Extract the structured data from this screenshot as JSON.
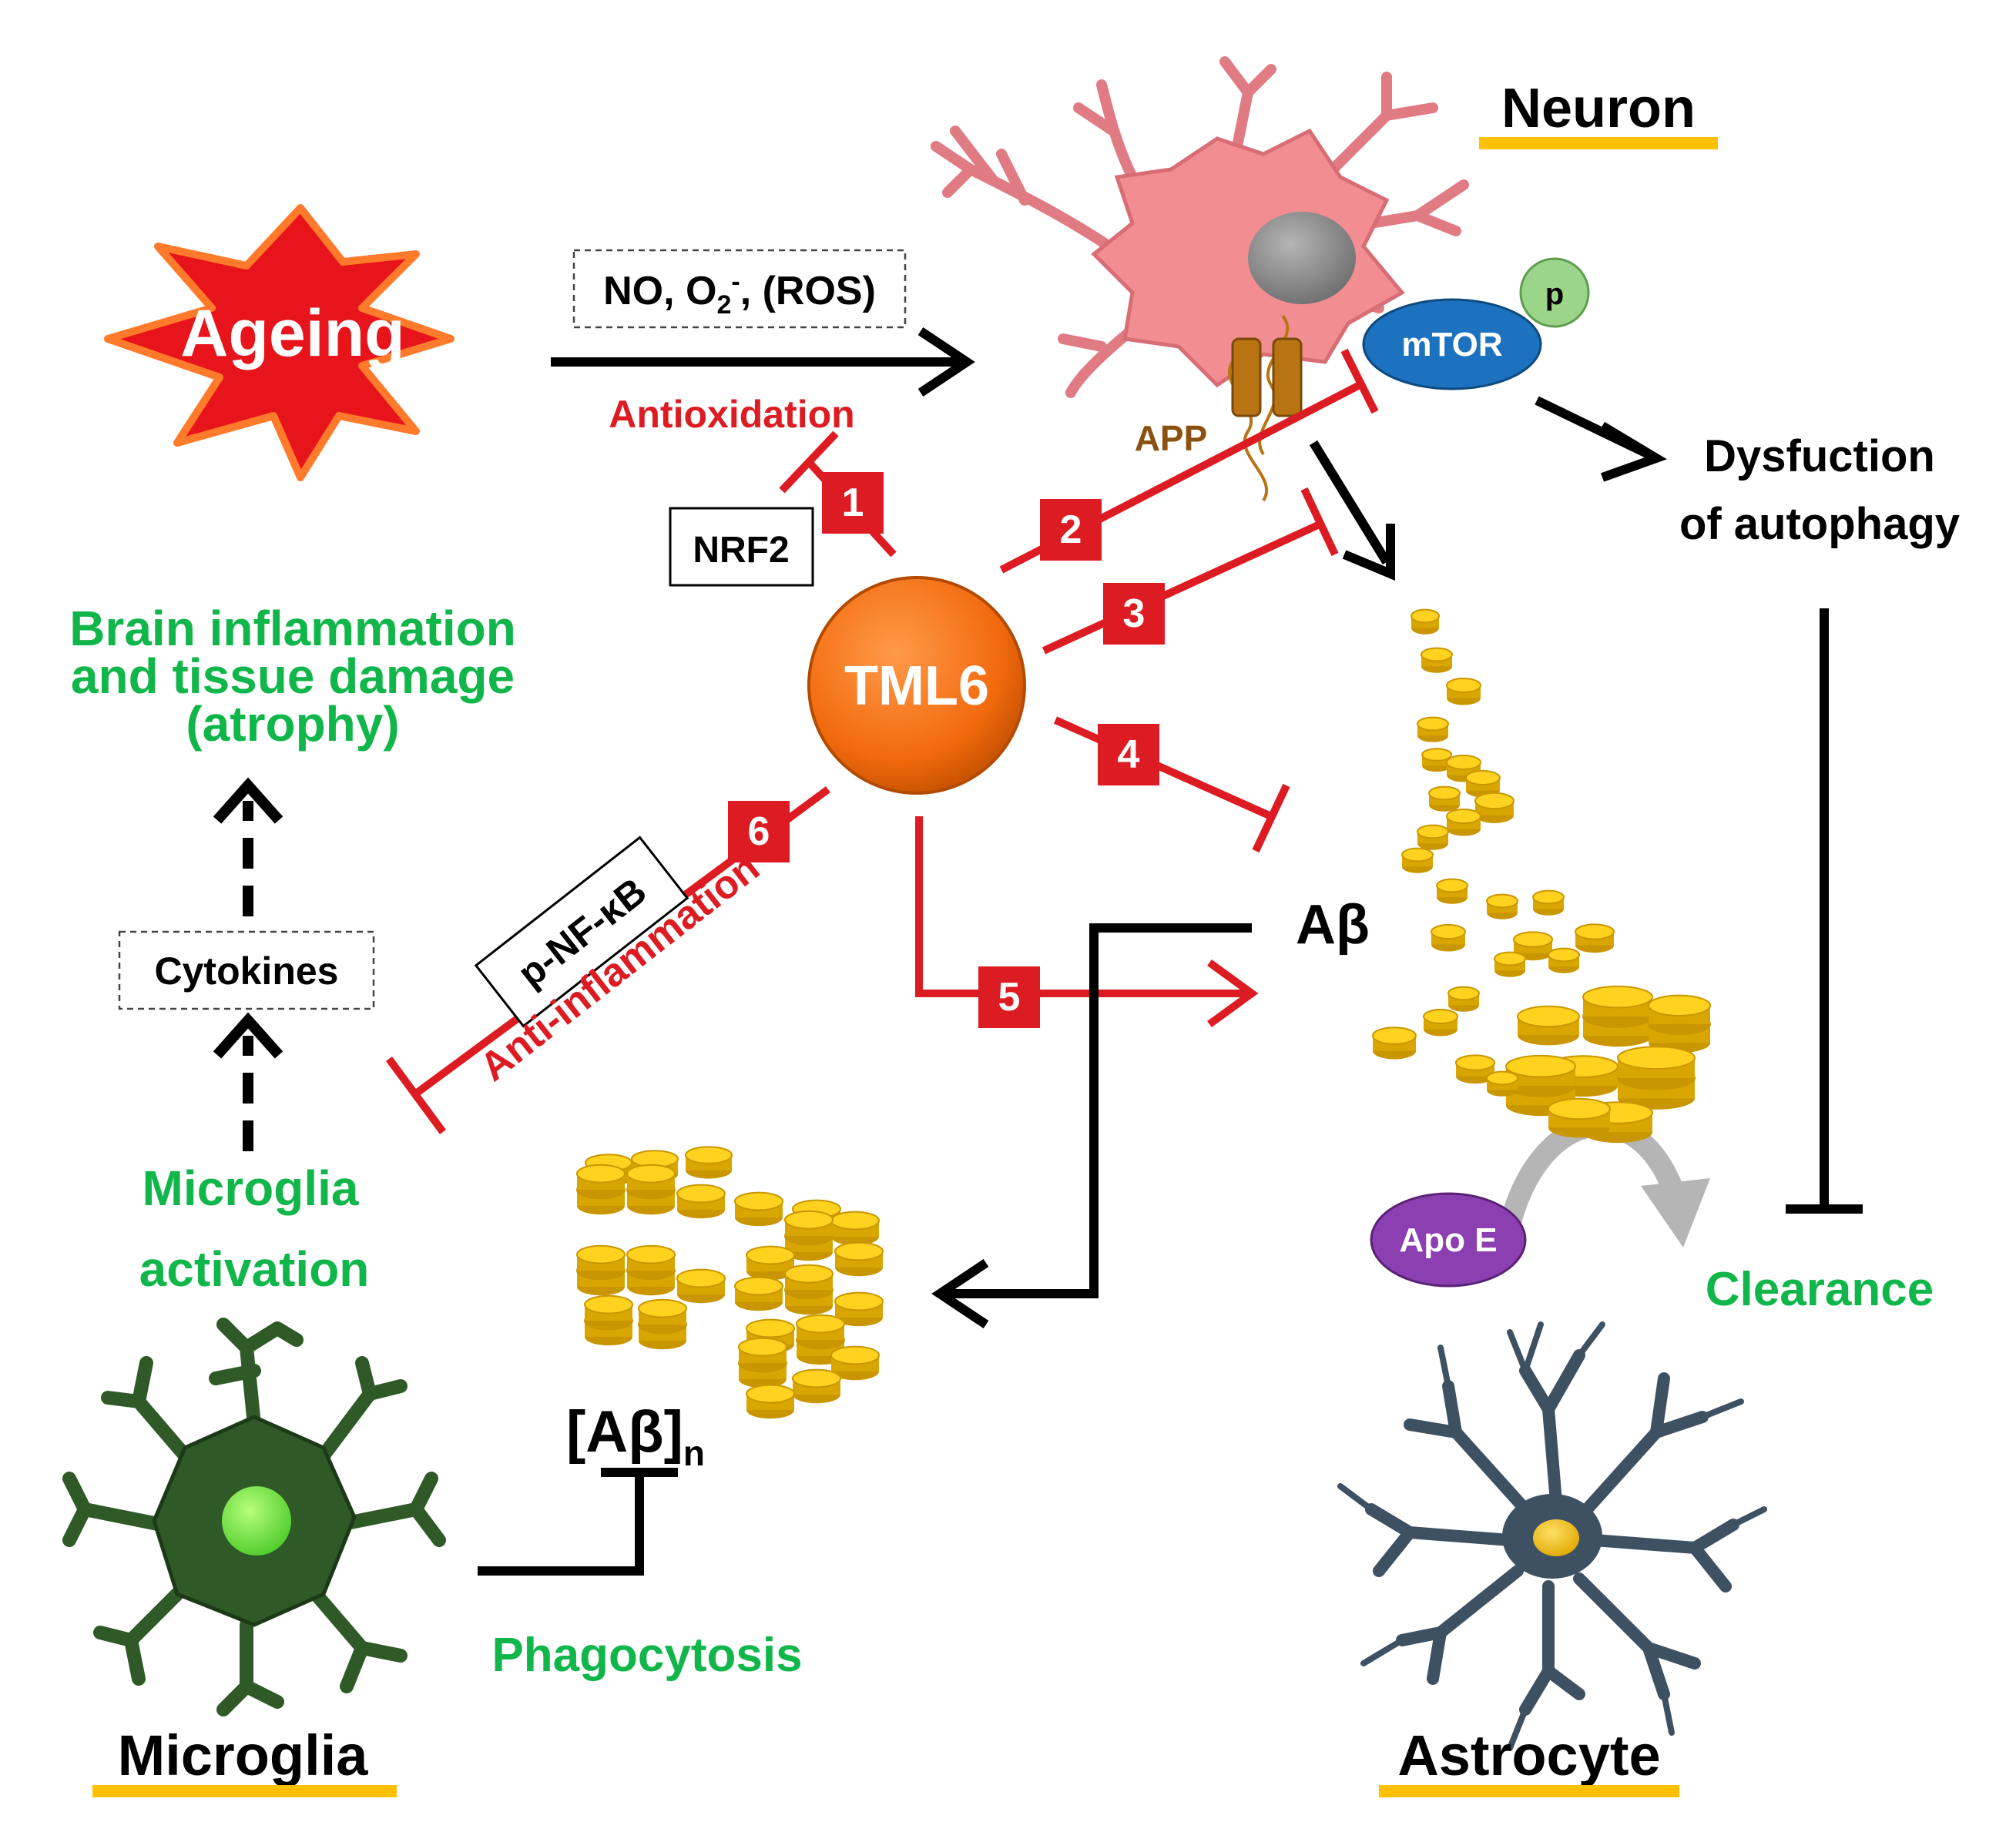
{
  "nodes": {
    "ageing": "Ageing",
    "neuron": "Neuron",
    "tml6": "TML6",
    "mtor": "mTOR",
    "p": "p",
    "app": "APP",
    "abeta": "Aβ",
    "abeta_n_main": "[Aβ]",
    "abeta_n_sub": "n",
    "apoe": "Apo E",
    "microglia": "Microglia",
    "astrocyte": "Astrocyte"
  },
  "labels": {
    "ros_main": "NO, O",
    "ros_sub": "2",
    "ros_sup": "-",
    "ros_tail": ", (ROS)",
    "antioxidation": "Antioxidation",
    "nrf2": "NRF2",
    "dysfunction_line1": "Dysfuction",
    "dysfunction_line2": "of autophagy",
    "brain_line1": "Brain inflammation",
    "brain_line2": "and tissue damage",
    "brain_line3": "(atrophy)",
    "cytokines": "Cytokines",
    "p_nfkb": "p-NF-κB",
    "anti_inflammation": "Anti-inflammation",
    "microglia_activation_line1": "Microglia",
    "microglia_activation_line2": "activation",
    "clearance": "Clearance",
    "phagocytosis": "Phagocytosis"
  },
  "badges": [
    "1",
    "2",
    "3",
    "4",
    "5",
    "6"
  ],
  "colors": {
    "red": "#dd1b22",
    "green": "#10b64a",
    "black": "#000000",
    "tml6": "#f26a0d",
    "ageing": "#e8141b",
    "highlight": "#ffc000",
    "neuron": "#f28d92",
    "mtor": "#1d72bf",
    "p_circle": "#9ad58a",
    "apoe": "#8b3fb0",
    "microglia": "#2f5a27",
    "astrocyte": "#3e5163",
    "app": "#b87313",
    "coin": "#f5c400"
  }
}
